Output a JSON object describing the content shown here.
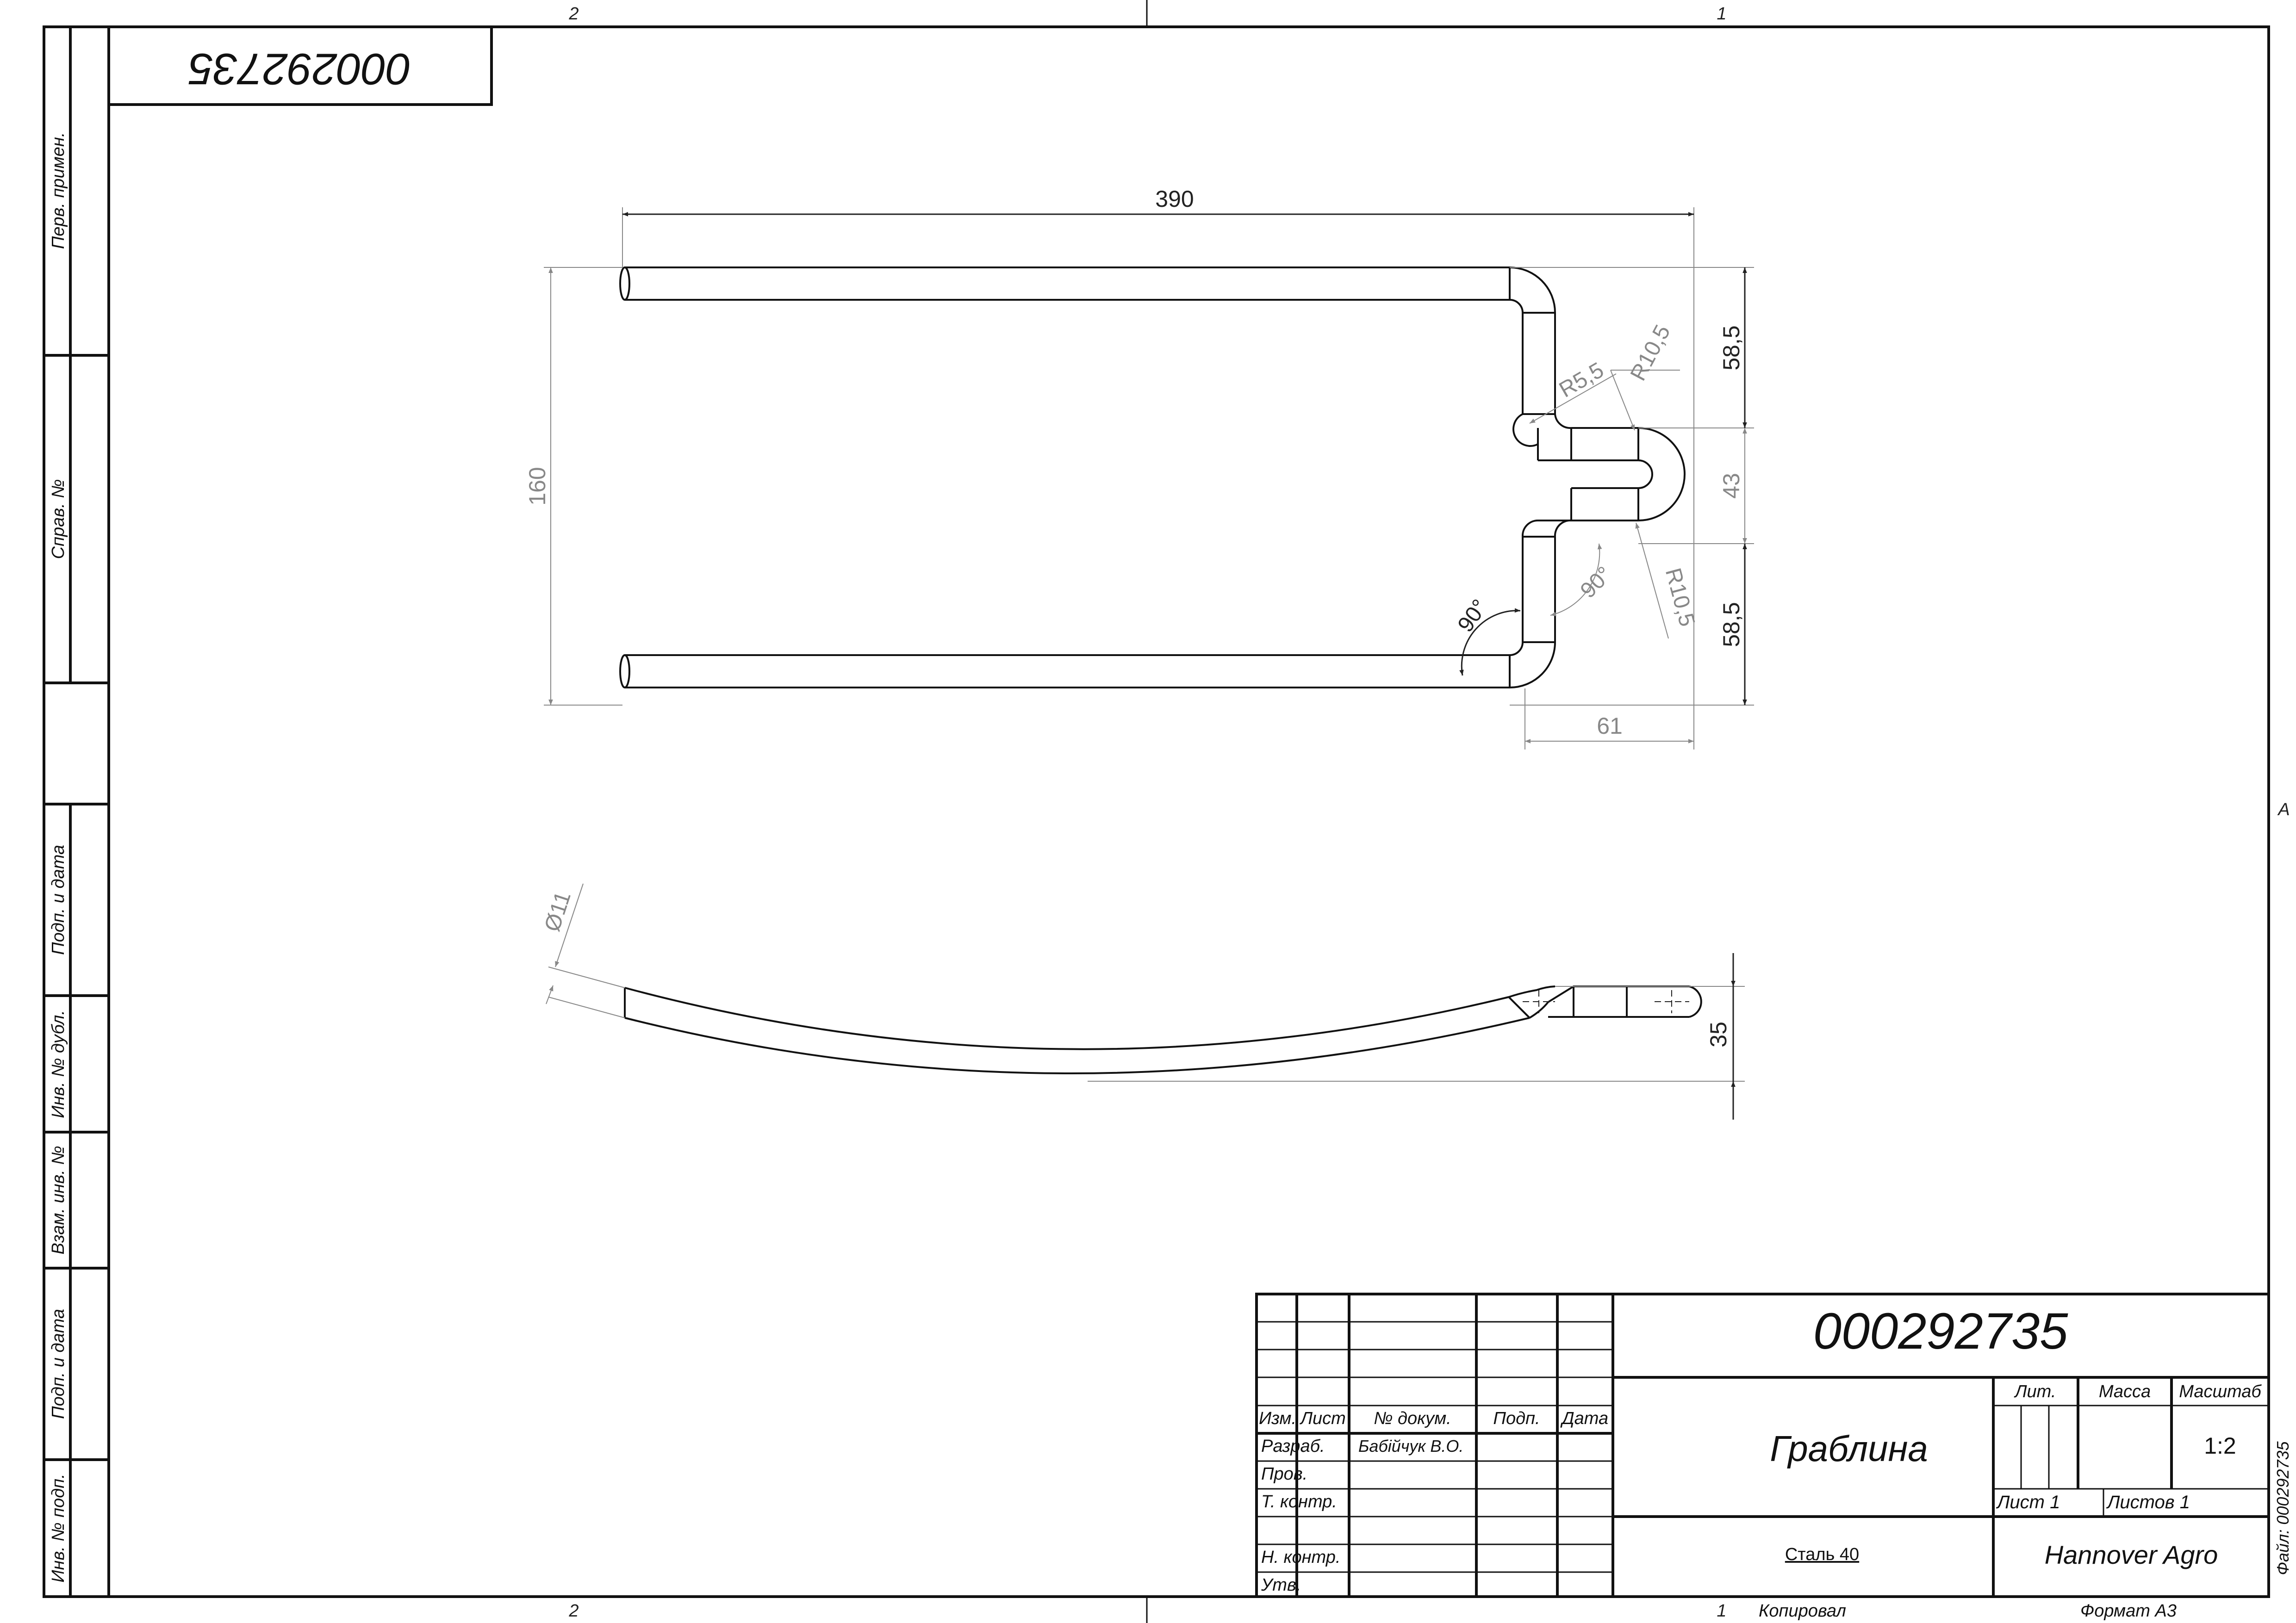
{
  "zone_marks": {
    "top_left": "2",
    "top_right": "1",
    "bottom_left": "2",
    "bottom_right": "1",
    "right_side": "A"
  },
  "rotated_number": "000292735",
  "side_labels": [
    "Перв. примен.",
    "Справ. №",
    "Подп. и дата",
    "Инв. № дубл.",
    "Взам. инв. №",
    "Подп. и дата",
    "Инв. № подп."
  ],
  "dimensions": {
    "length": "390",
    "height": "160",
    "top_offset": "58,5",
    "middle_gap": "43",
    "bottom_offset": "58,5",
    "bend_width": "61",
    "radius_small": "R5,5",
    "radius_top": "R10,5",
    "radius_bottom": "R10,5",
    "angle_outer": "90°",
    "angle_inner": "90°",
    "diameter": "Ø11",
    "side_height": "35"
  },
  "title_block": {
    "designation": "000292735",
    "name": "Граблина",
    "material": "Сталь 40",
    "company": "Hannover Agro",
    "col_headers": {
      "izm": "Изм.",
      "list": "Лист",
      "doc": "№ докум.",
      "sign": "Подп.",
      "date": "Дата"
    },
    "roles": {
      "developer": "Разраб.",
      "checked": "Пров.",
      "tech_control": "Т. контр.",
      "norm_control": "Н. контр.",
      "approved": "Утв."
    },
    "developer_name": "Бабійчук В.О.",
    "lit_label": "Лит.",
    "mass_label": "Масса",
    "scale_label": "Масштаб",
    "scale": "1:2",
    "sheet": "Лист 1",
    "sheets": "Листов 1"
  },
  "file_label": "Файл: 000292735",
  "bottom_copied": "Копировал",
  "bottom_format": "Формат А3"
}
